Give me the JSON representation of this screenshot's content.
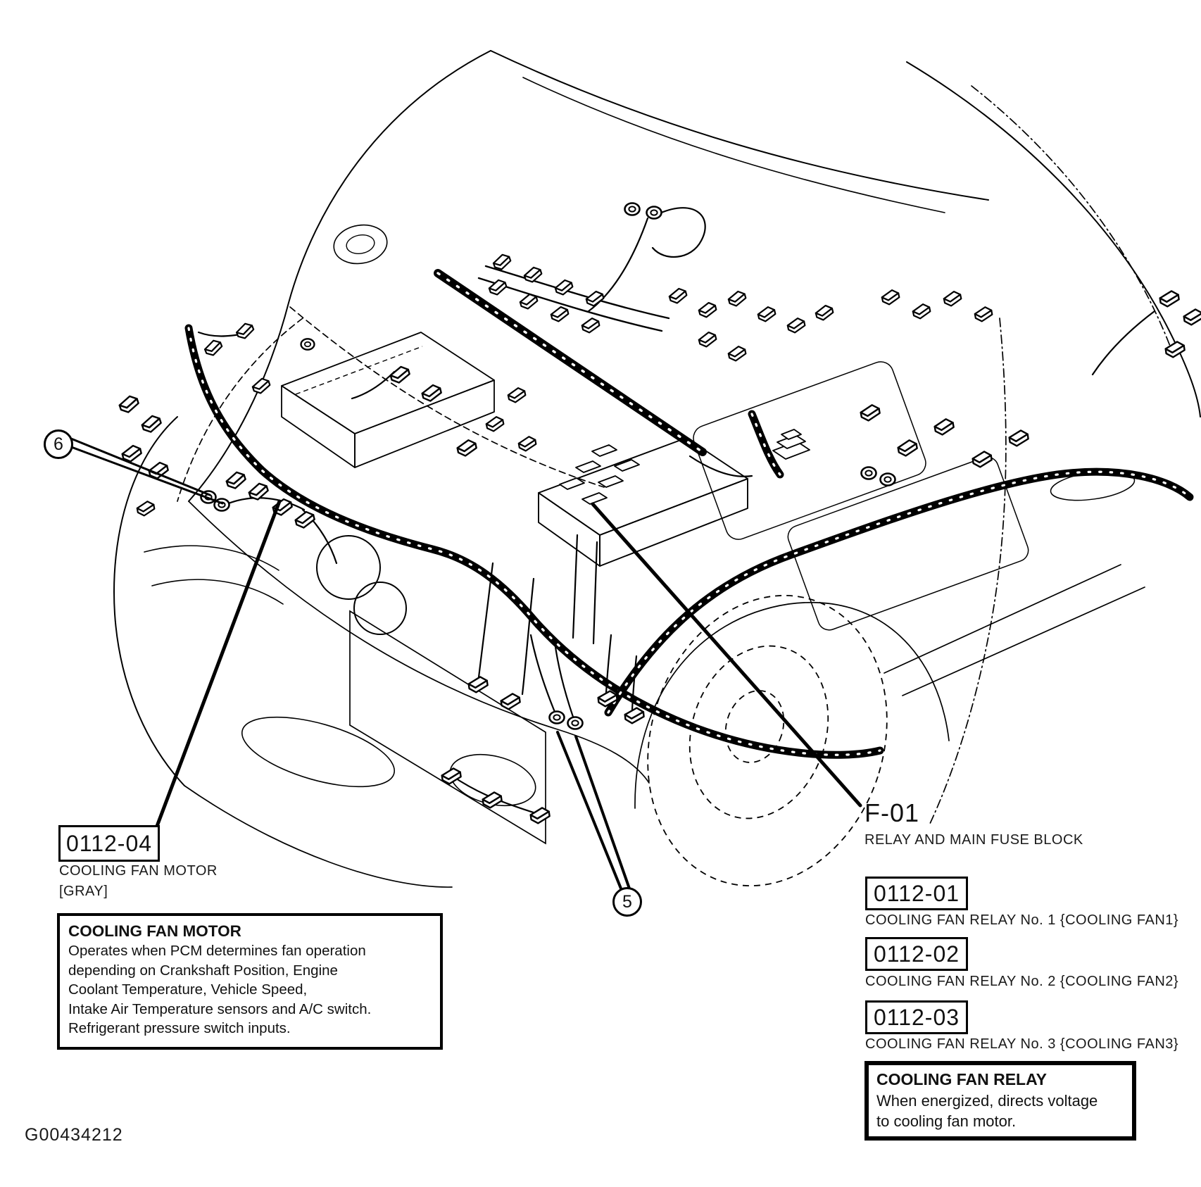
{
  "figure": {
    "id_label": "G00434212"
  },
  "colors": {
    "ink": "#000000",
    "paper": "#ffffff"
  },
  "callouts": {
    "six": "6",
    "five": "5"
  },
  "motor": {
    "code": "0112-04",
    "caption_line1": "COOLING FAN MOTOR",
    "caption_line2": "[GRAY]"
  },
  "motor_note": {
    "title": "COOLING FAN MOTOR",
    "lines": [
      "Operates when PCM determines fan operation",
      "depending on Crankshaft Position, Engine",
      "Coolant Temperature, Vehicle Speed,",
      "Intake Air Temperature sensors and A/C switch.",
      "Refrigerant pressure switch inputs."
    ]
  },
  "fuse_block": {
    "code": "F-01",
    "caption": "RELAY AND MAIN FUSE BLOCK"
  },
  "relays": [
    {
      "code": "0112-01",
      "caption": "COOLING FAN RELAY No. 1 {COOLING FAN1}"
    },
    {
      "code": "0112-02",
      "caption": "COOLING FAN RELAY No. 2 {COOLING FAN2}"
    },
    {
      "code": "0112-03",
      "caption": "COOLING FAN RELAY No. 3 {COOLING FAN3}"
    }
  ],
  "relay_note": {
    "title": "COOLING FAN RELAY",
    "lines": [
      "When energized, directs voltage",
      "to cooling fan motor."
    ]
  }
}
